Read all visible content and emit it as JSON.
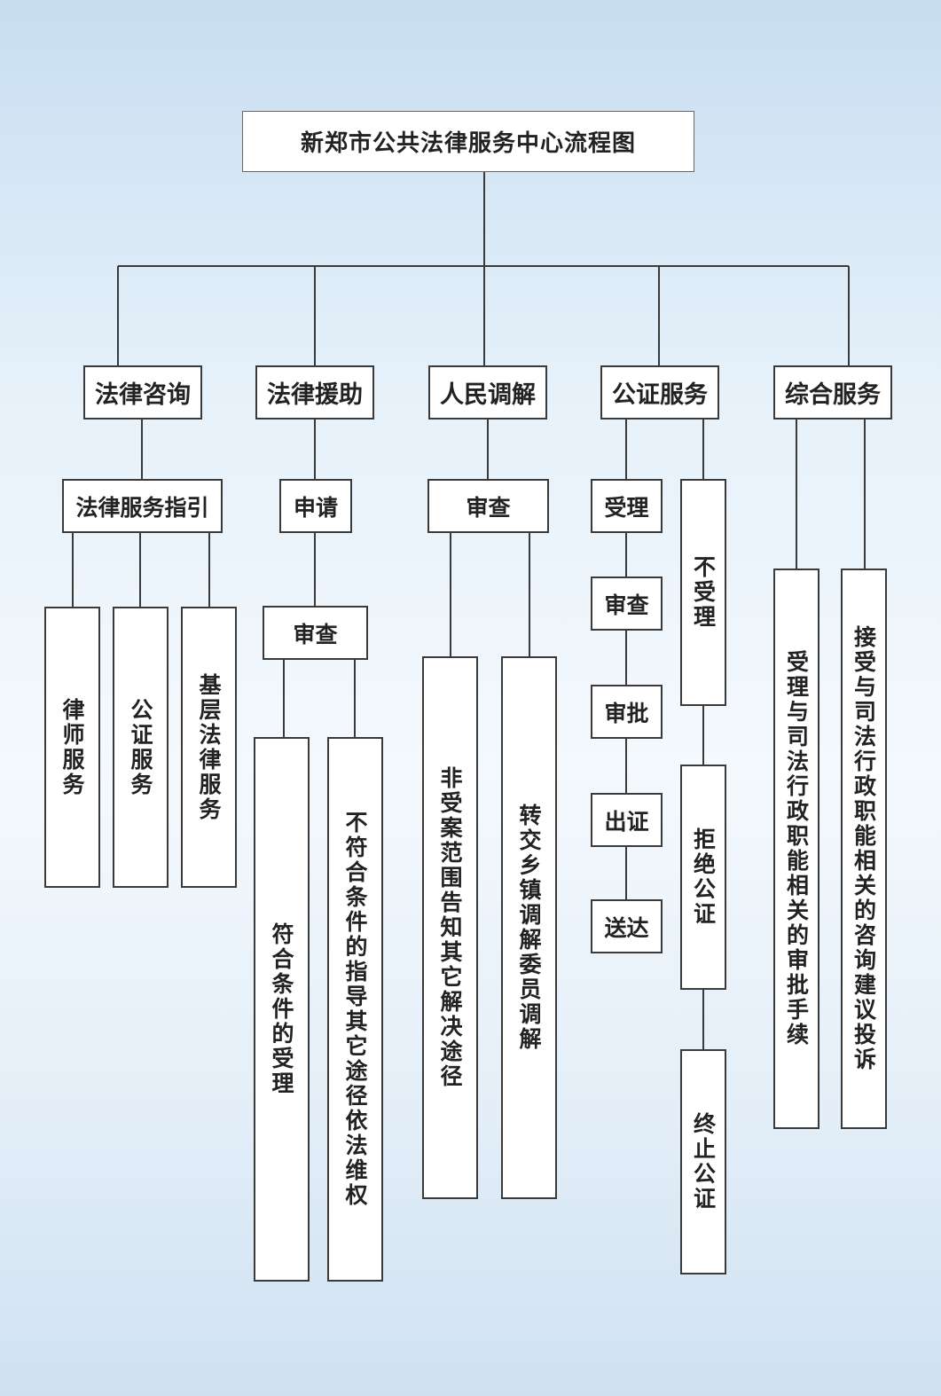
{
  "title": "新郑市公共法律服务中心流程图",
  "categories": {
    "legal_consult": "法律咨询",
    "legal_aid": "法律援助",
    "mediation": "人民调解",
    "notary": "公证服务",
    "comprehensive": "综合服务"
  },
  "legal_consult": {
    "guide": "法律服务指引",
    "items": [
      "律师服务",
      "公证服务",
      "基层法律服务"
    ]
  },
  "legal_aid": {
    "apply": "申请",
    "review": "审查",
    "accept": "符合条件的受理",
    "reject": "不符合条件的指导其它途径依法维权"
  },
  "mediation": {
    "review": "审查",
    "notify": "非受案范围告知其它解决途径",
    "transfer": "转交乡镇调解委员调解"
  },
  "notary": {
    "steps": [
      "受理",
      "审查",
      "审批",
      "出证",
      "送达"
    ],
    "not_accept": "不受理",
    "refuse": "拒绝公证",
    "terminate": "终止公证"
  },
  "comprehensive": {
    "approval": "受理与司法行政职能相关的审批手续",
    "consult": "接受与司法行政职能相关的咨询建议投诉"
  }
}
